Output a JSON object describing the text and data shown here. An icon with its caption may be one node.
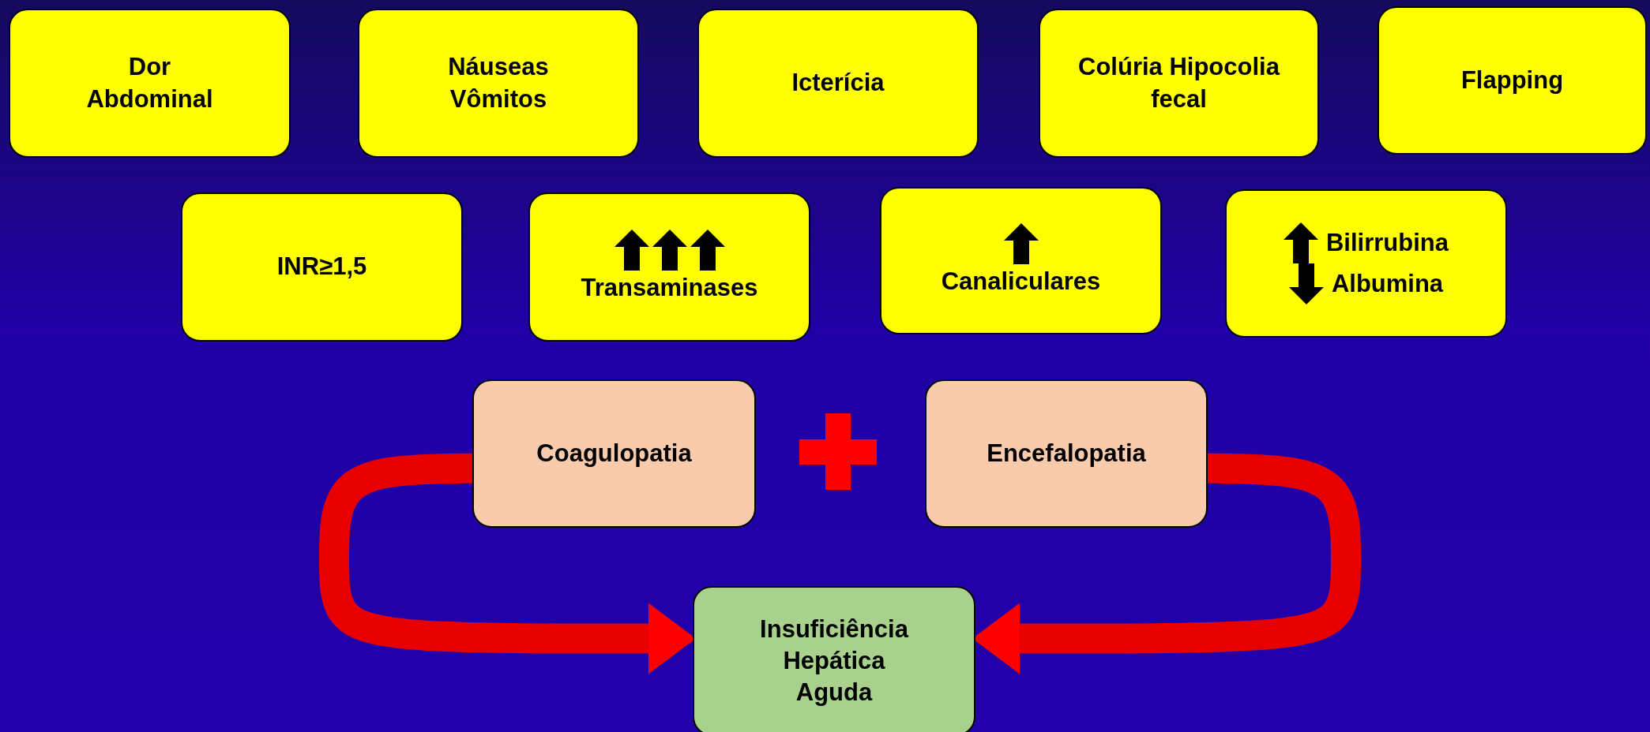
{
  "diagram": {
    "nodes": [
      {
        "text": [
          "Dor Abdominal"
        ]
      },
      {
        "text": [
          "Náuseas Vômitos"
        ]
      },
      {
        "text": [
          "Icterícia"
        ]
      },
      {
        "text": [
          "Colúria Hipocolia fecal"
        ]
      },
      {
        "text": [
          "Flapping"
        ]
      },
      {
        "text": [
          "INR≥1,5"
        ]
      },
      {
        "text": [
          "Transaminases"
        ]
      },
      {
        "text": [
          "Canaliculares"
        ]
      },
      {
        "text": [
          "Bilirrubina",
          "Albumina"
        ]
      },
      {
        "text": [
          "Coagulopatia"
        ]
      },
      {
        "text": [
          "Encefalopatia"
        ]
      },
      {
        "text": [
          "Insuficiência Hepática Aguda"
        ]
      }
    ],
    "edges": [
      {
        "from": 9,
        "to": 11,
        "arrow": "to"
      },
      {
        "from": 10,
        "to": 11,
        "arrow": "to"
      }
    ]
  }
}
